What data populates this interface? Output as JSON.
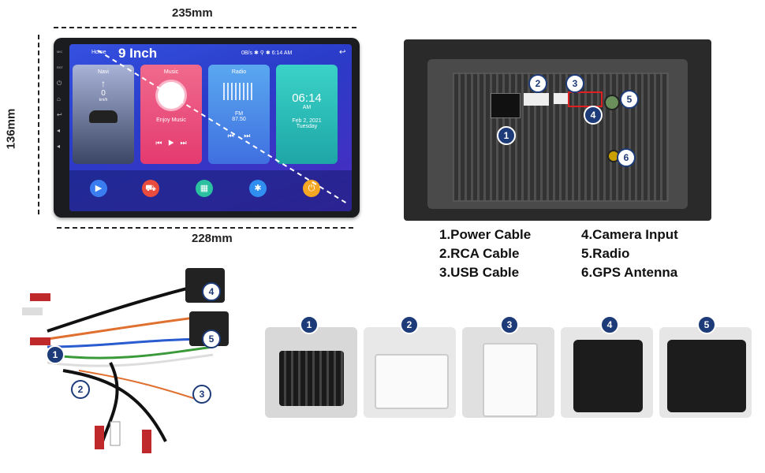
{
  "dimensions": {
    "width_label": "235mm",
    "height_label": "136mm",
    "bottom_width_label": "228mm"
  },
  "screen": {
    "home_label": "Home",
    "title": "9 Inch",
    "status_right": "0B/s ✱ ⚲ ✱ 6:14 AM",
    "side_labels": [
      "MIC",
      "RST"
    ],
    "cards": {
      "navi": {
        "label": "Navi",
        "speed": "0",
        "unit": "km/h"
      },
      "music": {
        "label": "Music",
        "caption": "Enjoy Music"
      },
      "radio": {
        "label": "Radio",
        "band": "FM",
        "freq": "87.50"
      },
      "clock": {
        "time": "06:14",
        "ampm": "AM",
        "date": "Feb 2, 2021",
        "day": "Tuesday"
      }
    },
    "dock_icons": [
      "play-icon",
      "car-icon",
      "apps-icon",
      "bluetooth-icon",
      "power-icon"
    ]
  },
  "port_badges": [
    "1",
    "2",
    "3",
    "4",
    "5",
    "6"
  ],
  "legend": {
    "left": [
      "1.Power Cable",
      "2.RCA Cable",
      "3.USB Cable"
    ],
    "right": [
      "4.Camera Input",
      "5.Radio",
      "6.GPS Antenna"
    ]
  },
  "harness_badges": [
    "1",
    "2",
    "3",
    "4",
    "5"
  ],
  "photo_badges": [
    "1",
    "2",
    "3",
    "4",
    "5"
  ]
}
